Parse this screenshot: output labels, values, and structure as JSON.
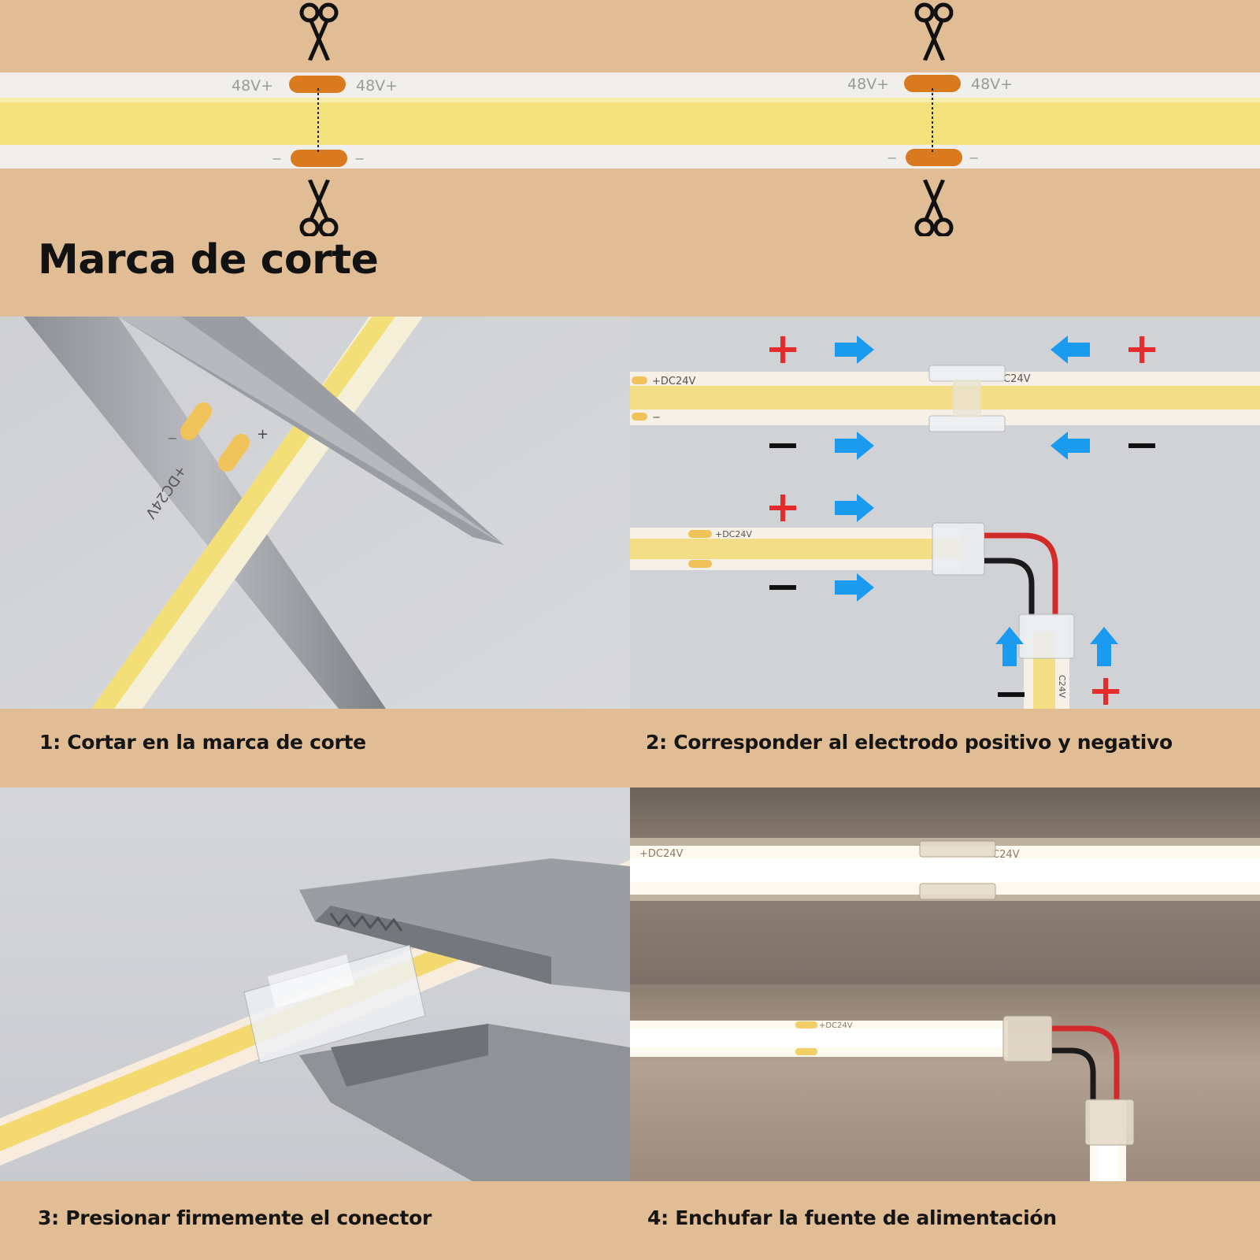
{
  "header": {
    "title": "Marca de corte",
    "strip_label_left": "48V+",
    "strip_label_right": "48V+",
    "strip_minus": "−"
  },
  "steps": [
    {
      "caption": "1: Cortar en la marca de corte",
      "strip_label": "+DC24V",
      "plus": "+",
      "minus": "−"
    },
    {
      "caption": "2: Corresponder al electrodo positivo y negativo",
      "strip_label_left": "+DC24V",
      "strip_label_right": "C24V",
      "strip_label_corner": "+DC24V",
      "strip_label_vertical": "C24V",
      "plus": "+",
      "minus": "−"
    },
    {
      "caption": "3: Presionar firmemente el conector"
    },
    {
      "caption": "4: Enchufar la fuente de alimentación",
      "strip_label_left": "+DC24V",
      "strip_label_right": "C24V",
      "strip_label_corner": "+DC24V"
    }
  ],
  "colors": {
    "background": "#e1bd96",
    "strip_yellow": "#f6e79a",
    "pad_orange": "#d97a1f",
    "plus_red": "#e52b2b",
    "arrow_blue": "#1a9bf0",
    "photo_gray": "#d2d3d7"
  },
  "icons": [
    "scissors-icon",
    "arrow-right-icon",
    "arrow-left-icon",
    "arrow-up-icon"
  ]
}
